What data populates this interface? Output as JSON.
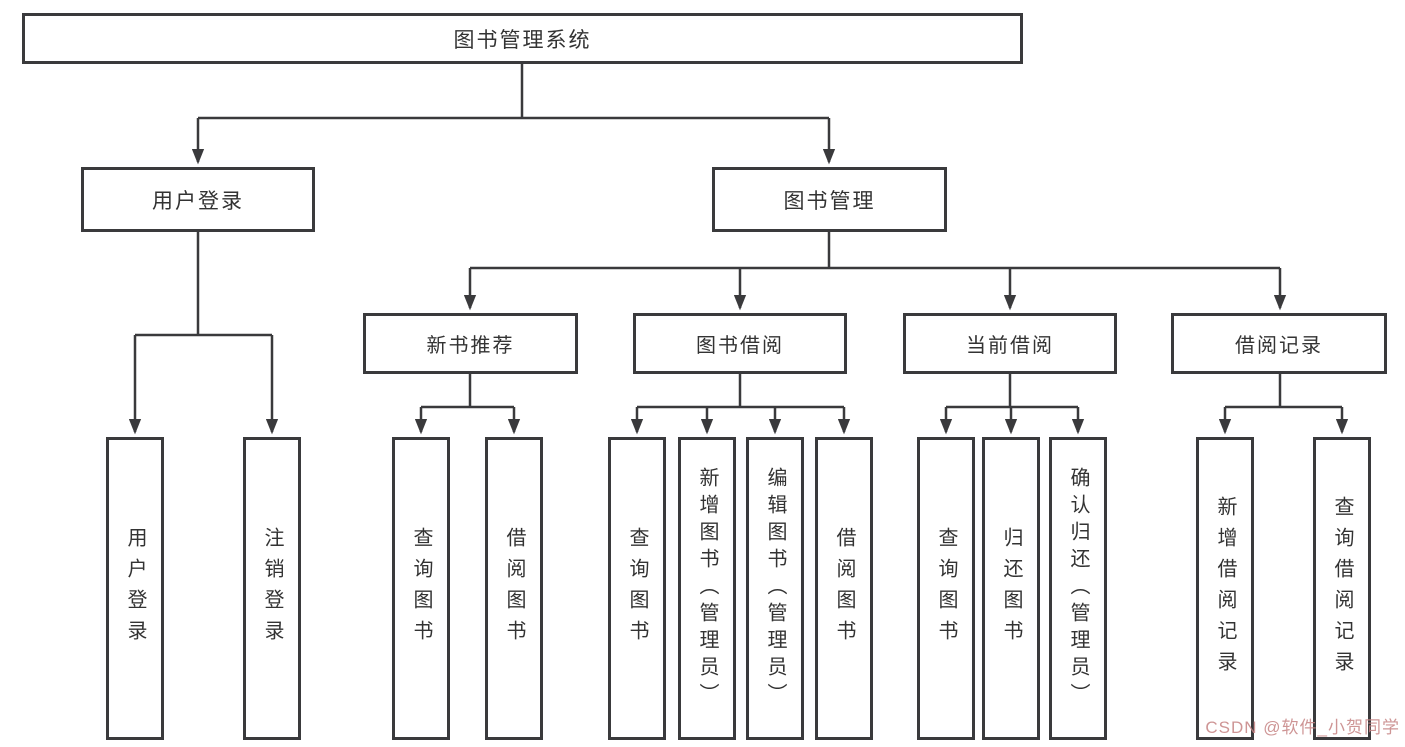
{
  "tree": {
    "root": "图书管理系统",
    "user_login": {
      "label": "用户登录",
      "children": [
        "用户登录",
        "注销登录"
      ]
    },
    "book_management": {
      "label": "图书管理",
      "children": {
        "new_book": {
          "label": "新书推荐",
          "children": [
            "查询图书",
            "借阅图书"
          ]
        },
        "borrow": {
          "label": "图书借阅",
          "children": [
            "查询图书",
            "新增图书（管理员）",
            "编辑图书（管理员）",
            "借阅图书"
          ]
        },
        "current": {
          "label": "当前借阅",
          "children": [
            "查询图书",
            "归还图书",
            "确认归还（管理员）"
          ]
        },
        "records": {
          "label": "借阅记录",
          "children": [
            "新增借阅记录",
            "查询借阅记录"
          ]
        }
      }
    }
  },
  "watermark": "CSDN @软件_小贺同学",
  "colors": {
    "line": "#3a3a3c",
    "text": "#333333",
    "box_background": "#ffffff",
    "watermark": "#c68282",
    "background": "#ffffff"
  }
}
